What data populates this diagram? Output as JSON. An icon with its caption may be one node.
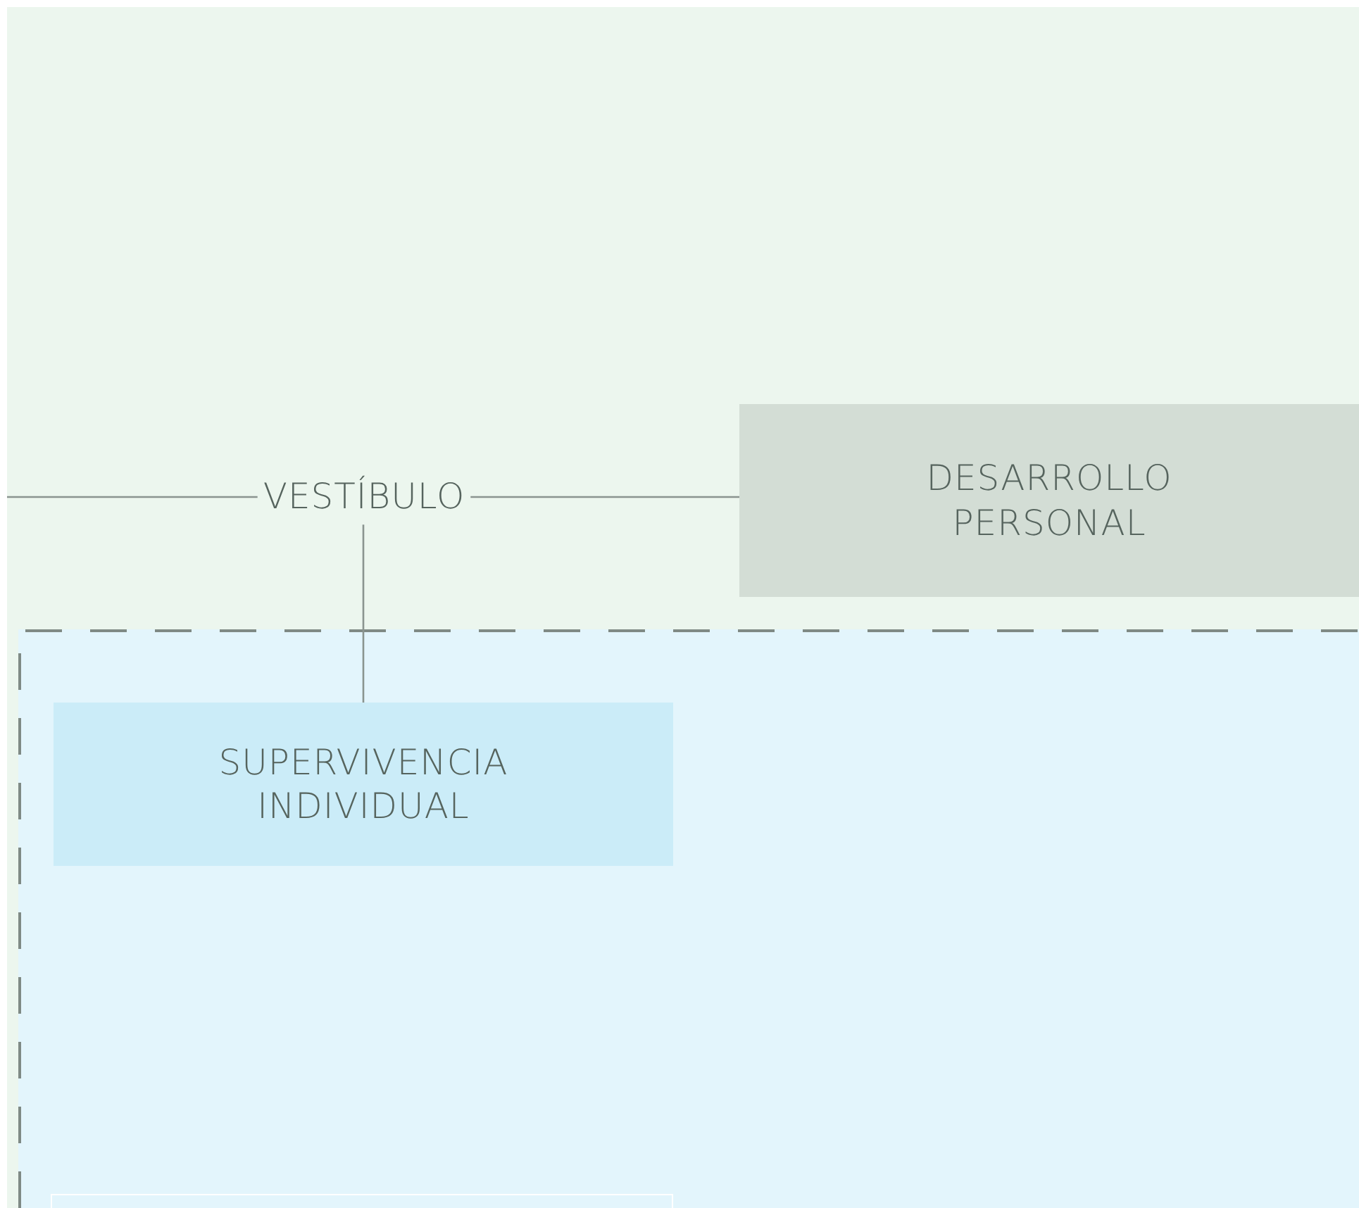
{
  "diagram": {
    "nodes": [
      {
        "text": [],
        "shape": "box"
      },
      {
        "text": [
          "VESTÍBULO"
        ],
        "in": 0
      },
      {
        "text": [
          "DESARROLLO PERSONAL"
        ],
        "in": 0
      },
      {
        "text": [],
        "shape": "box",
        "in": 0
      },
      {
        "text": [
          "SUPERVIVENCIA INDIVIDUAL"
        ],
        "in": 3
      },
      {
        "text": [],
        "shape": "box",
        "in": 3
      }
    ],
    "edges": [
      {
        "from": null,
        "to": 1,
        "arrow": "none"
      },
      {
        "from": 1,
        "to": 2,
        "arrow": "none"
      },
      {
        "from": 1,
        "to": 4,
        "arrow": "none"
      }
    ]
  }
}
